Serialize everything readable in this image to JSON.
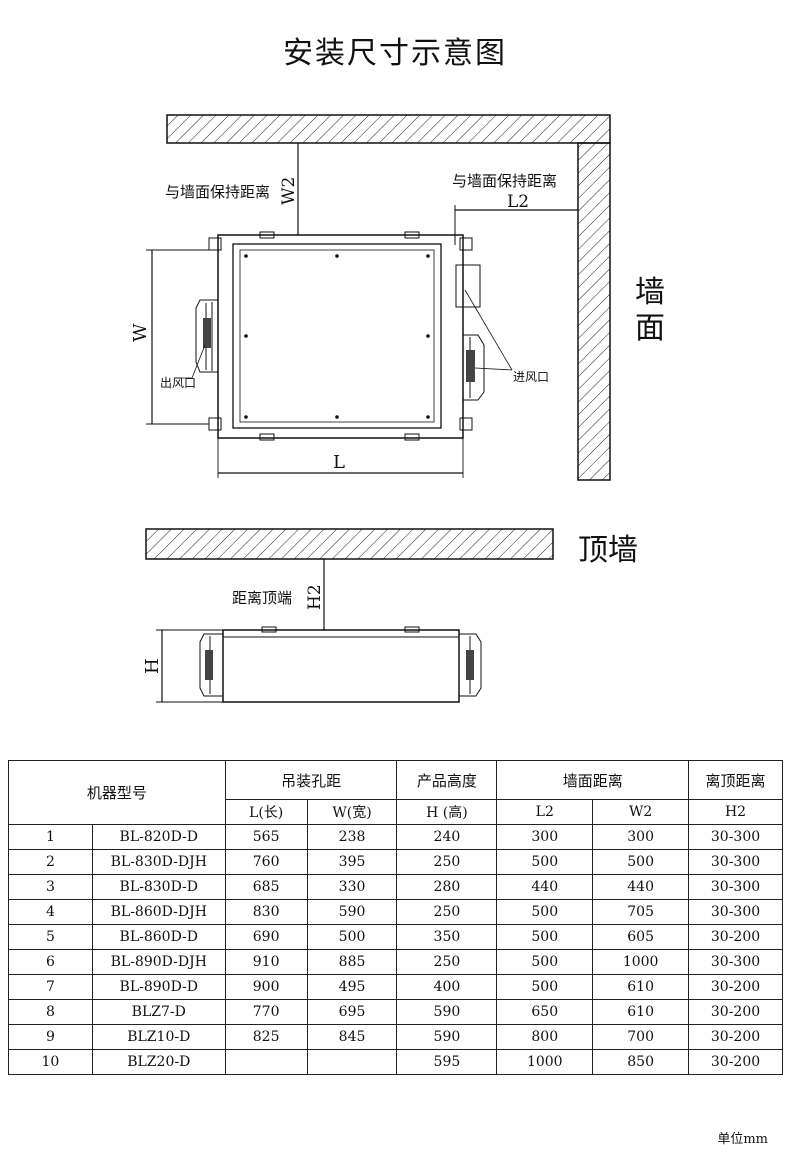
{
  "title": "安装尺寸示意图",
  "labels": {
    "wall_gap_w2": "与墙面保持距离",
    "w2": "W2",
    "wall_gap_l2": "与墙面保持距离",
    "l2": "L2",
    "wall_c1": "墙",
    "wall_c2": "面",
    "w": "W",
    "l": "L",
    "outlet": "出风口",
    "inlet": "进风口",
    "top_wall": "顶墙",
    "top_gap": "距离顶端",
    "h2": "H2",
    "h": "H"
  },
  "table": {
    "model_header": "机器型号",
    "hole_header": "吊装孔距",
    "height_header": "产品高度",
    "wall_header": "墙面距离",
    "top_header": "离顶距离",
    "sub": [
      "L(长)",
      "W(宽)",
      "H (高)",
      "L2",
      "W2",
      "H2"
    ],
    "rows": [
      [
        "1",
        "BL-820D-D",
        "565",
        "238",
        "240",
        "300",
        "300",
        "30-300"
      ],
      [
        "2",
        "BL-830D-DJH",
        "760",
        "395",
        "250",
        "500",
        "500",
        "30-300"
      ],
      [
        "3",
        "BL-830D-D",
        "685",
        "330",
        "280",
        "440",
        "440",
        "30-300"
      ],
      [
        "4",
        "BL-860D-DJH",
        "830",
        "590",
        "250",
        "500",
        "705",
        "30-300"
      ],
      [
        "5",
        "BL-860D-D",
        "690",
        "500",
        "350",
        "500",
        "605",
        "30-200"
      ],
      [
        "6",
        "BL-890D-DJH",
        "910",
        "885",
        "250",
        "500",
        "1000",
        "30-300"
      ],
      [
        "7",
        "BL-890D-D",
        "900",
        "495",
        "400",
        "500",
        "610",
        "30-200"
      ],
      [
        "8",
        "BLZ7-D",
        "770",
        "695",
        "590",
        "650",
        "610",
        "30-200"
      ],
      [
        "9",
        "BLZ10-D",
        "825",
        "845",
        "590",
        "800",
        "700",
        "30-200"
      ],
      [
        "10",
        "BLZ20-D",
        "",
        "",
        "595",
        "1000",
        "850",
        "30-200"
      ]
    ]
  },
  "unit": "单位mm"
}
